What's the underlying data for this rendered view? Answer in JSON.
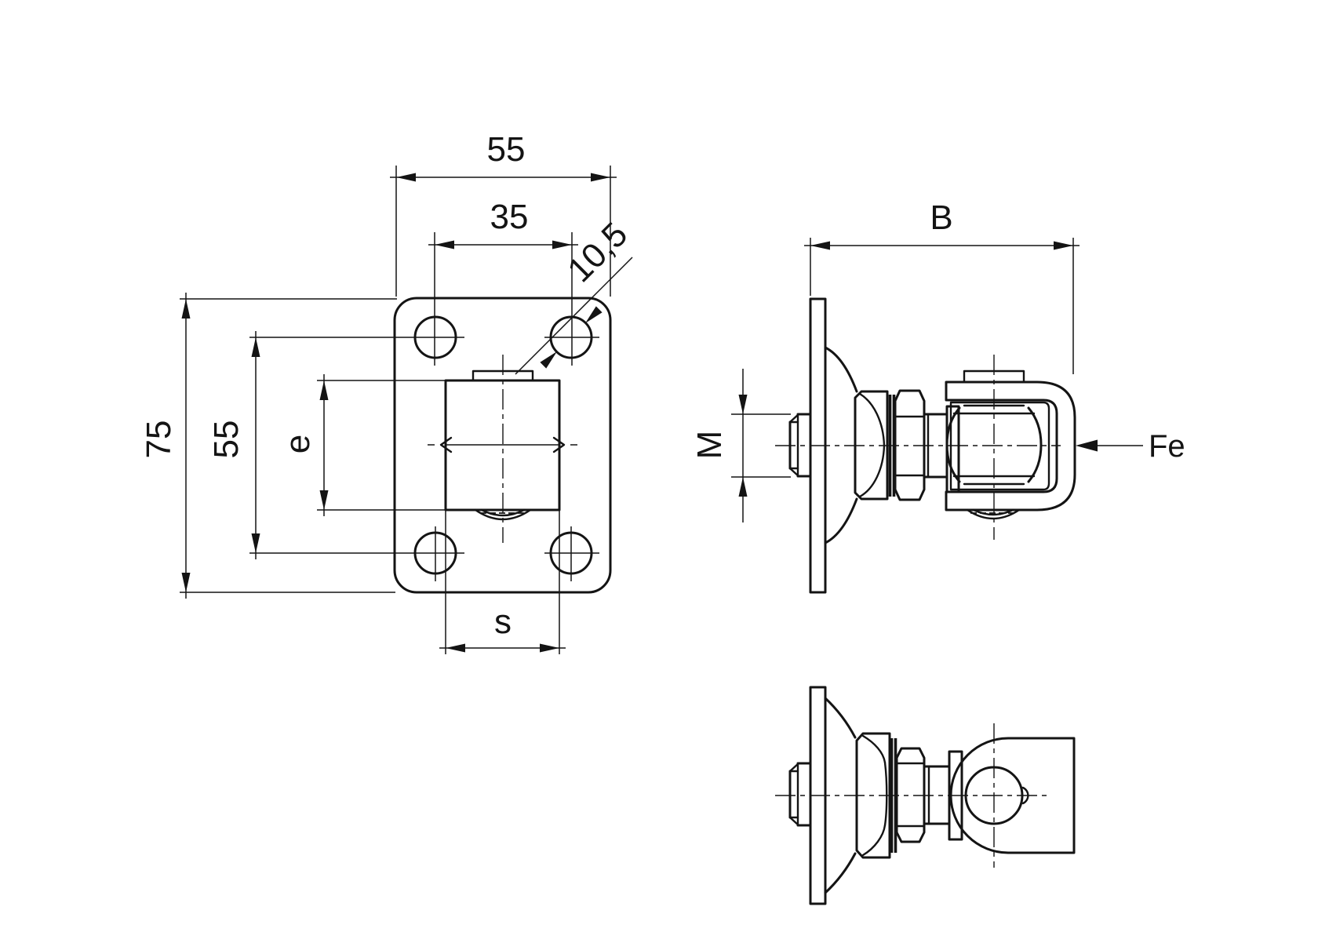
{
  "drawing": {
    "title": "gate-hinge-technical-drawing",
    "background": "#ffffff",
    "line_color": "#141414",
    "front_view": {
      "width": "55",
      "hole_spacing_h": "35",
      "hole_diameter": "10,5",
      "height": "75",
      "hole_spacing_v": "55",
      "profile_height": "e",
      "profile_width": "s"
    },
    "side_view": {
      "depth": "B",
      "thread": "M",
      "force": "Fe"
    }
  }
}
